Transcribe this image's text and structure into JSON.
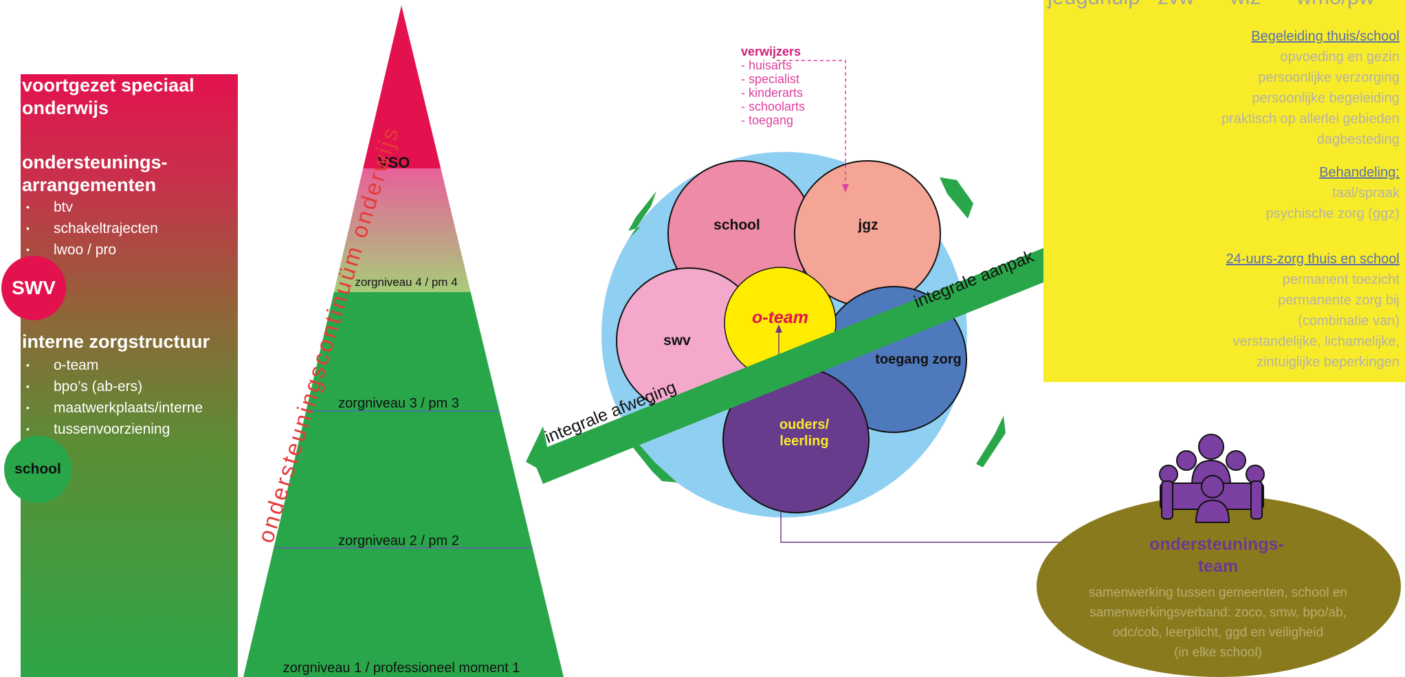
{
  "left_panel": {
    "heading1": "voortgezet speciaal onderwijs",
    "heading2": "ondersteunings-arrangementen",
    "list1": [
      "btv",
      "schakeltrajecten",
      "lwoo / pro"
    ],
    "badge_swv": "SWV",
    "heading3": "interne zorgstructuur",
    "list2": [
      "o-team",
      "bpo’s (ab-ers)",
      "maatwerkplaats/interne",
      "tussenvoorziening"
    ],
    "badge_school": "school"
  },
  "pyramid": {
    "side_label": "ondersteuningscontinuüm onderwijs",
    "levels": [
      "VSO",
      "zorgniveau 4 / pm 4",
      "zorgniveau 3 / pm 3",
      "zorgniveau 2 / pm 2",
      "zorgniveau 1 / professioneel moment 1"
    ]
  },
  "referrers": {
    "title": "verwijzers",
    "items": [
      "- huisarts",
      "- specialist",
      "- kinderarts",
      "- schoolarts",
      "- toegang"
    ]
  },
  "flower": {
    "center": "o-team",
    "petals": [
      "school",
      "jgz",
      "swv",
      "toegang zorg",
      "ouders/",
      "leerling"
    ],
    "banner_left": "integrale afweging",
    "banner_right": "integrale aanpak"
  },
  "care_box": {
    "columns": "jeugdhulp   zvw      wlz      wmo/pw",
    "section1_title": "Begeleiding thuis/school",
    "section1_items": [
      "opvoeding en gezin",
      "persoonlijke verzorging",
      "persoonlijke begeleiding",
      "praktisch op allerlei  gebieden",
      "dagbesteding"
    ],
    "section2_title": "Behandeling:",
    "section2_items": [
      "taal/spraak",
      "psychische zorg (ggz)"
    ],
    "section3_title": "24-uurs-zorg thuis en school",
    "section3_items": [
      "permanent toezicht",
      "permanente zorg bij",
      "(combinatie van)",
      "verstandelijke, lichamelijke,",
      "zintuiglijke beperkingen"
    ]
  },
  "support_team": {
    "title1": "ondersteunings-",
    "title2": "team",
    "desc": [
      "samenwerking tussen gemeenten, school en",
      "samenwerkingsverband: zoco, smw, bpo/ab,",
      "odc/cob, leerplicht, ggd en veiligheid",
      "(in elke school)"
    ]
  },
  "colors": {
    "red": "#e3124e",
    "green": "#2aa64a",
    "light_blue": "#8fd0f2",
    "yellow": "#f8ec2a",
    "purple": "#6b3a8e",
    "olive": "#8a7a1e"
  }
}
